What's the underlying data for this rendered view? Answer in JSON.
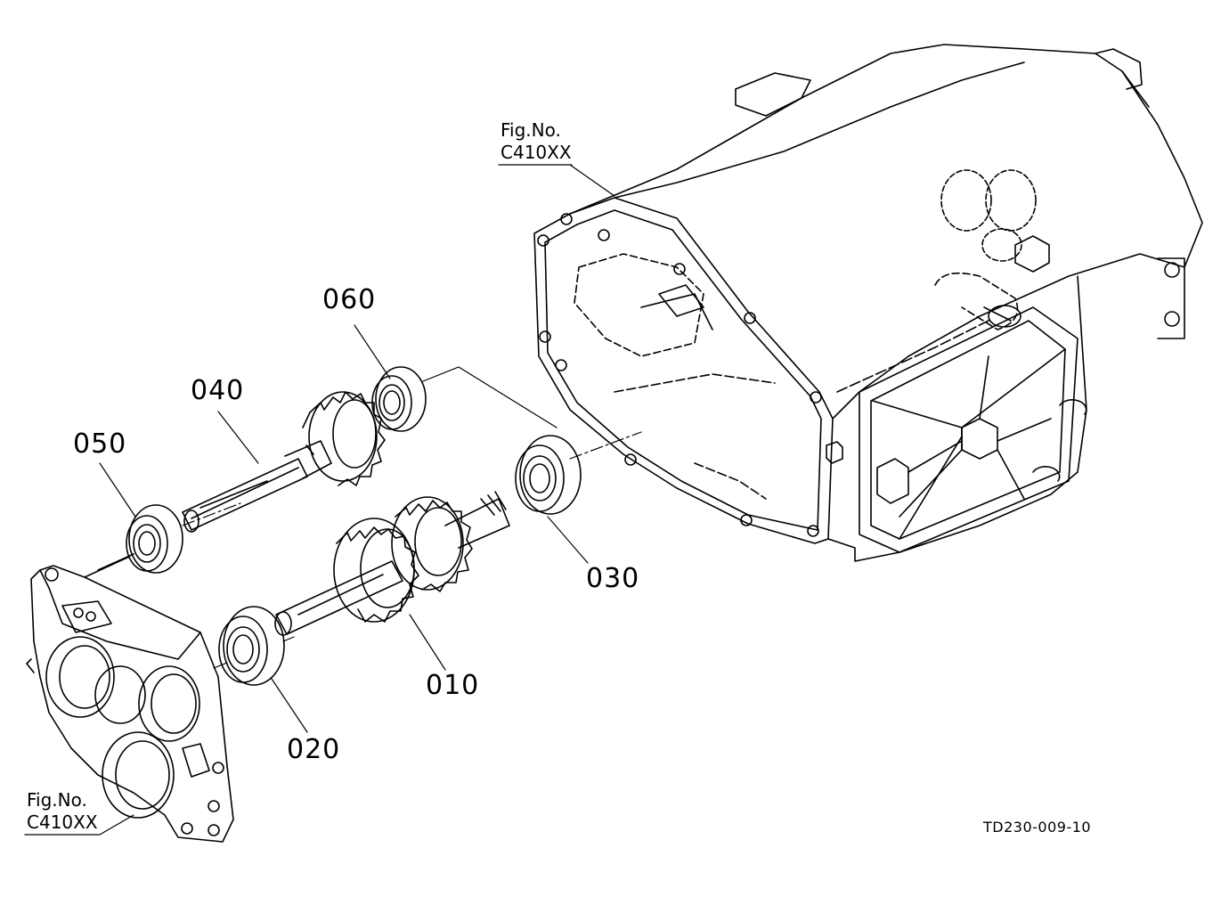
{
  "callouts": {
    "p010": "010",
    "p020": "020",
    "p030": "030",
    "p040": "040",
    "p050": "050",
    "p060": "060"
  },
  "references": {
    "upper": {
      "line1": "Fig.No.",
      "line2": "C410XX"
    },
    "lower": {
      "line1": "Fig.No.",
      "line2": "C410XX"
    }
  },
  "drawing_code": "TD230-009-10",
  "colors": {
    "ink": "#000000",
    "paper": "#ffffff"
  }
}
